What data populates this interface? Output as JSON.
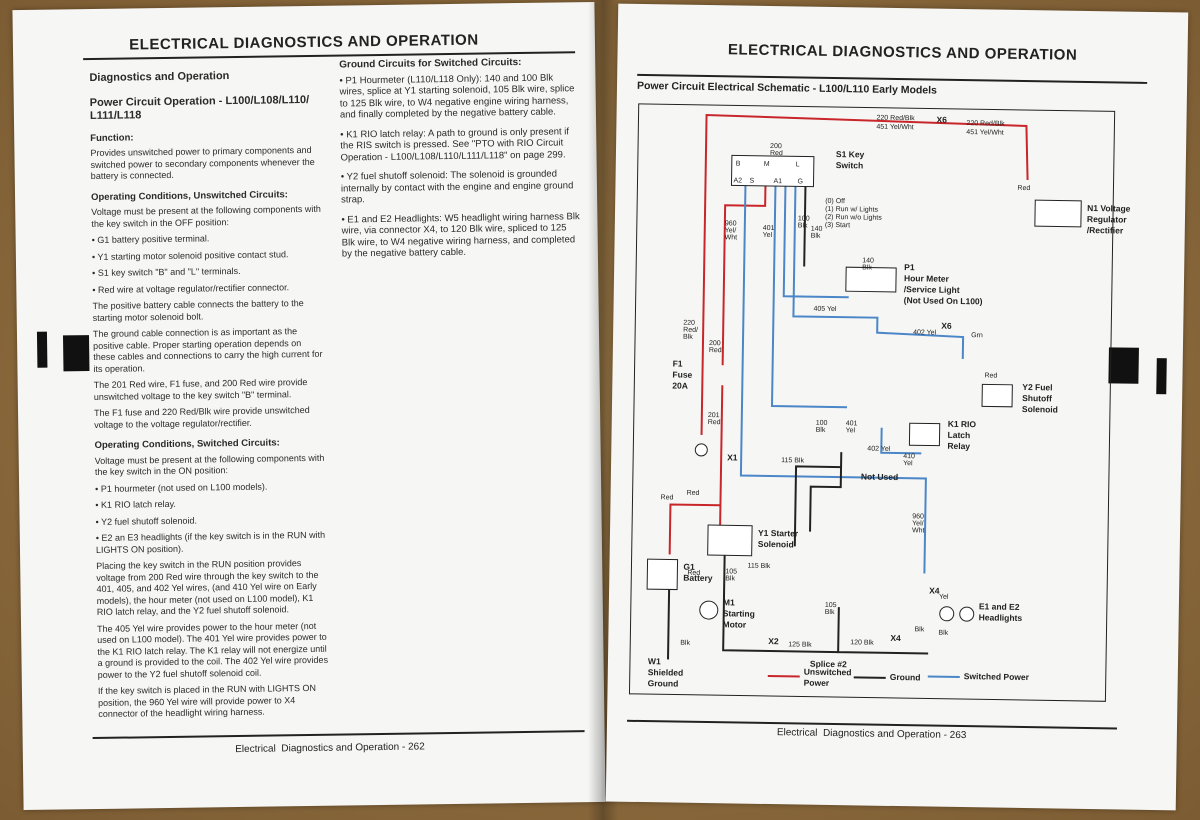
{
  "left_page": {
    "header": "ELECTRICAL  DIAGNOSTICS AND OPERATION",
    "section_title": "Diagnostics and Operation",
    "subsection_title": "Power Circuit Operation - L100/L108/L110/ L111/L118",
    "function_heading": "Function:",
    "function_text": "Provides unswitched power to primary components and switched power to secondary components whenever the battery is connected.",
    "unswitched_heading": "Operating Conditions, Unswitched Circuits:",
    "unswitched_intro": "Voltage must be present at the following components with the key switch in the OFF position:",
    "unswitched_bullets": [
      "G1 battery positive terminal.",
      "Y1 starting motor solenoid positive contact stud.",
      "S1 key switch \"B\" and \"L\" terminals.",
      "Red wire at voltage regulator/rectifier connector."
    ],
    "unswitched_p1": "The positive battery cable connects the battery to the starting motor solenoid bolt.",
    "unswitched_p2": "The ground cable connection is as important as the positive cable. Proper starting operation depends on these cables and connections to carry the high current for its operation.",
    "unswitched_p3": "The 201 Red wire, F1 fuse, and 200 Red wire provide unswitched voltage to the key switch \"B\" terminal.",
    "unswitched_p4": "The F1 fuse and 220 Red/Blk wire provide unswitched voltage to the voltage regulator/rectifier.",
    "switched_heading": "Operating Conditions, Switched Circuits:",
    "switched_intro": "Voltage must be present at the following components with the key switch in the ON position:",
    "switched_bullets": [
      "P1 hourmeter (not used on L100 models).",
      "K1 RIO latch relay.",
      "Y2 fuel shutoff solenoid.",
      "E2 an E3 headlights (if the key switch is in the RUN with LIGHTS ON position)."
    ],
    "switched_p1": "Placing the key switch in the RUN position provides voltage from 200 Red wire through the key switch to the 401, 405, and 402 Yel wires, (and 410 Yel wire on Early models), the hour meter (not used on L100 model), K1 RIO latch relay, and the Y2 fuel shutoff solenoid.",
    "switched_p2": "The 405 Yel wire provides power to the hour meter (not used on L100 model). The 401 Yel wire provides power to the K1 RIO latch relay. The K1 relay will not energize until a ground is provided to the coil. The 402 Yel wire provides power to the Y2 fuel shutoff solenoid coil.",
    "switched_p3": "If the key switch is placed in the RUN with LIGHTS ON position, the 960 Yel wire will provide power to X4 connector of the headlight wiring harness.",
    "ground_heading": "Ground Circuits for Switched Circuits:",
    "ground_paras": [
      "•  P1 Hourmeter (L110/L118 Only): 140 and 100 Blk wires, splice at Y1 starting solenoid, 105 Blk wire, splice to 125 Blk wire, to W4 negative engine wiring harness, and finally completed by the negative battery cable.",
      "•  K1 RIO latch relay: A path to ground is only present if the RIS switch is pressed. See \"PTO with RIO Circuit Operation - L100/L108/L110/L111/L118\" on page 299.",
      "•  Y2 fuel shutoff solenoid: The solenoid is grounded internally by contact with the engine and engine ground strap.",
      "•  E1 and E2 Headlights: W5 headlight wiring harness Blk wire, via connector X4, to 120 Blk wire, spliced to 125 Blk wire, to W4 negative wiring harness, and completed by the negative battery cable."
    ],
    "footer_section": "Electrical",
    "footer_title": "Diagnostics and Operation  - 262"
  },
  "right_page": {
    "header": "ELECTRICAL  DIAGNOSTICS AND OPERATION",
    "subtitle": "Power Circuit Electrical Schematic - L100/L110 Early Models",
    "footer_section": "Electrical",
    "footer_title": "Diagnostics and Operation  - 263",
    "schematic": {
      "s1": "S1 Key",
      "s1b": "Switch",
      "key_positions": [
        "(0) Off",
        "(1) Run w/ Lights",
        "(2) Run w/o Lights",
        "(3) Start"
      ],
      "n1": [
        "N1 Voltage",
        "Regulator",
        "/Rectifier"
      ],
      "p1": [
        "P1",
        "Hour Meter",
        "/Service Light",
        "(Not Used On L100)"
      ],
      "f1": [
        "F1",
        "Fuse",
        "20A"
      ],
      "y2": [
        "Y2 Fuel",
        "Shutoff",
        "Solenoid"
      ],
      "k1": [
        "K1 RIO",
        "Latch",
        "Relay"
      ],
      "not_used": "Not Used",
      "y1": [
        "Y1 Starter",
        "Solenoid"
      ],
      "g1": [
        "G1",
        "Battery"
      ],
      "m1": [
        "M1",
        "Starting",
        "Motor"
      ],
      "e1": [
        "E1 and E2",
        "Headlights"
      ],
      "w1": [
        "W1",
        "Shielded",
        "Ground"
      ],
      "splice": "Splice #2",
      "connectors": [
        "X6",
        "X6",
        "X1",
        "X2",
        "X4",
        "X4"
      ],
      "wires": [
        "220 Red/Blk",
        "451 Yel/Wht",
        "220 Red/Blk",
        "451 Yel/Wht",
        "200",
        "Red",
        "960",
        "Yel/",
        "Wht",
        "401",
        "Yel",
        "100",
        "Blk",
        "140",
        "Blk",
        "140",
        "Blk",
        "405 Yel",
        "402 Yel",
        "Grn",
        "220",
        "Red/",
        "Blk",
        "200",
        "Red",
        "201",
        "Red",
        "100",
        "Blk",
        "401",
        "Yel",
        "402 Yel",
        "410",
        "Yel",
        "115 Blk",
        "Red",
        "Red",
        "960",
        "Yel/",
        "Wht",
        "115 Blk",
        "105",
        "Blk",
        "Red",
        "Yel",
        "105",
        "Blk",
        "Blk",
        "Blk",
        "125 Blk",
        "120 Blk",
        "Blk",
        "Red",
        "Red"
      ],
      "switch_terms": [
        "B",
        "M",
        "L",
        "A2",
        "S",
        "A1",
        "G"
      ],
      "legend": [
        "Unswitched",
        "Power",
        "Ground",
        "Switched Power"
      ],
      "colors": {
        "unswitched": "#c8262a",
        "ground": "#222222",
        "switched": "#4a86c8"
      }
    }
  }
}
